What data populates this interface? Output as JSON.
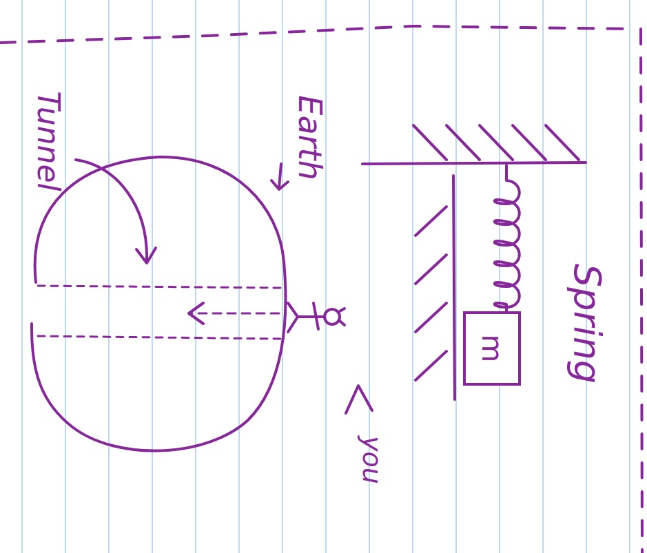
{
  "diagram": {
    "nodes": [
      {
        "text": [
          "m"
        ]
      }
    ],
    "labels": [
      "Spring",
      "Earth",
      "Tunnel",
      "you"
    ]
  }
}
